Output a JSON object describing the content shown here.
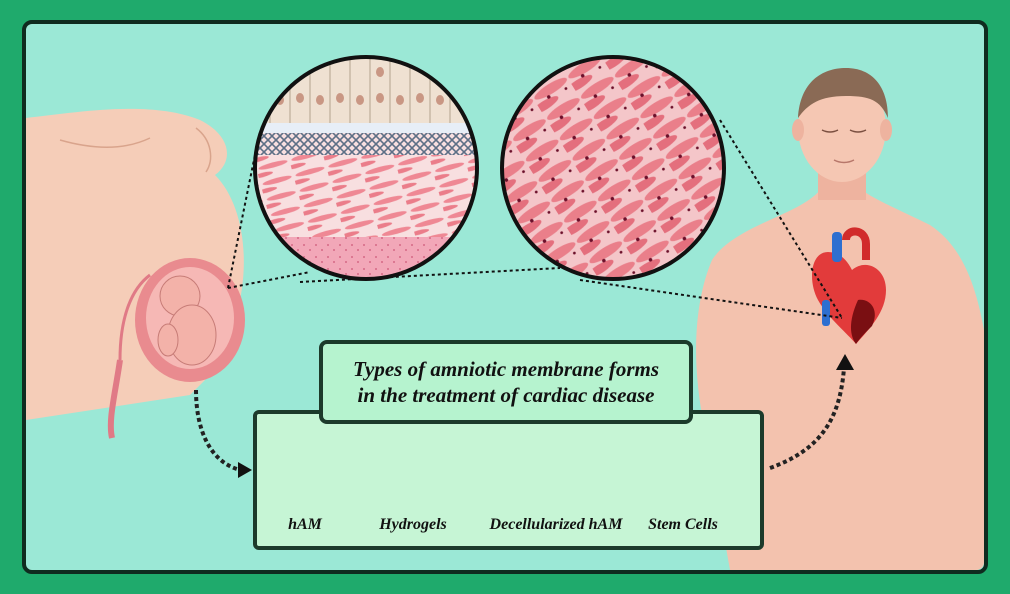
{
  "title": {
    "line1": "Types of amniotic membrane forms",
    "line2": "in the treatment of cardiac disease"
  },
  "forms": [
    {
      "label": "hAM",
      "icon": "ham-sheet-icon"
    },
    {
      "label": "Hydrogels",
      "icon": "hydrogel-icon"
    },
    {
      "label": "Decellularized hAM",
      "icon": "decellularized-sheet-icon"
    },
    {
      "label": "Stem Cells",
      "icon": "petri-dish-icon"
    }
  ],
  "colors": {
    "frame": "#1faa6c",
    "background": "#9be8d6",
    "tissue": "#f08a96",
    "skin": "#f3c4b0",
    "box": "#c6f5d5"
  }
}
